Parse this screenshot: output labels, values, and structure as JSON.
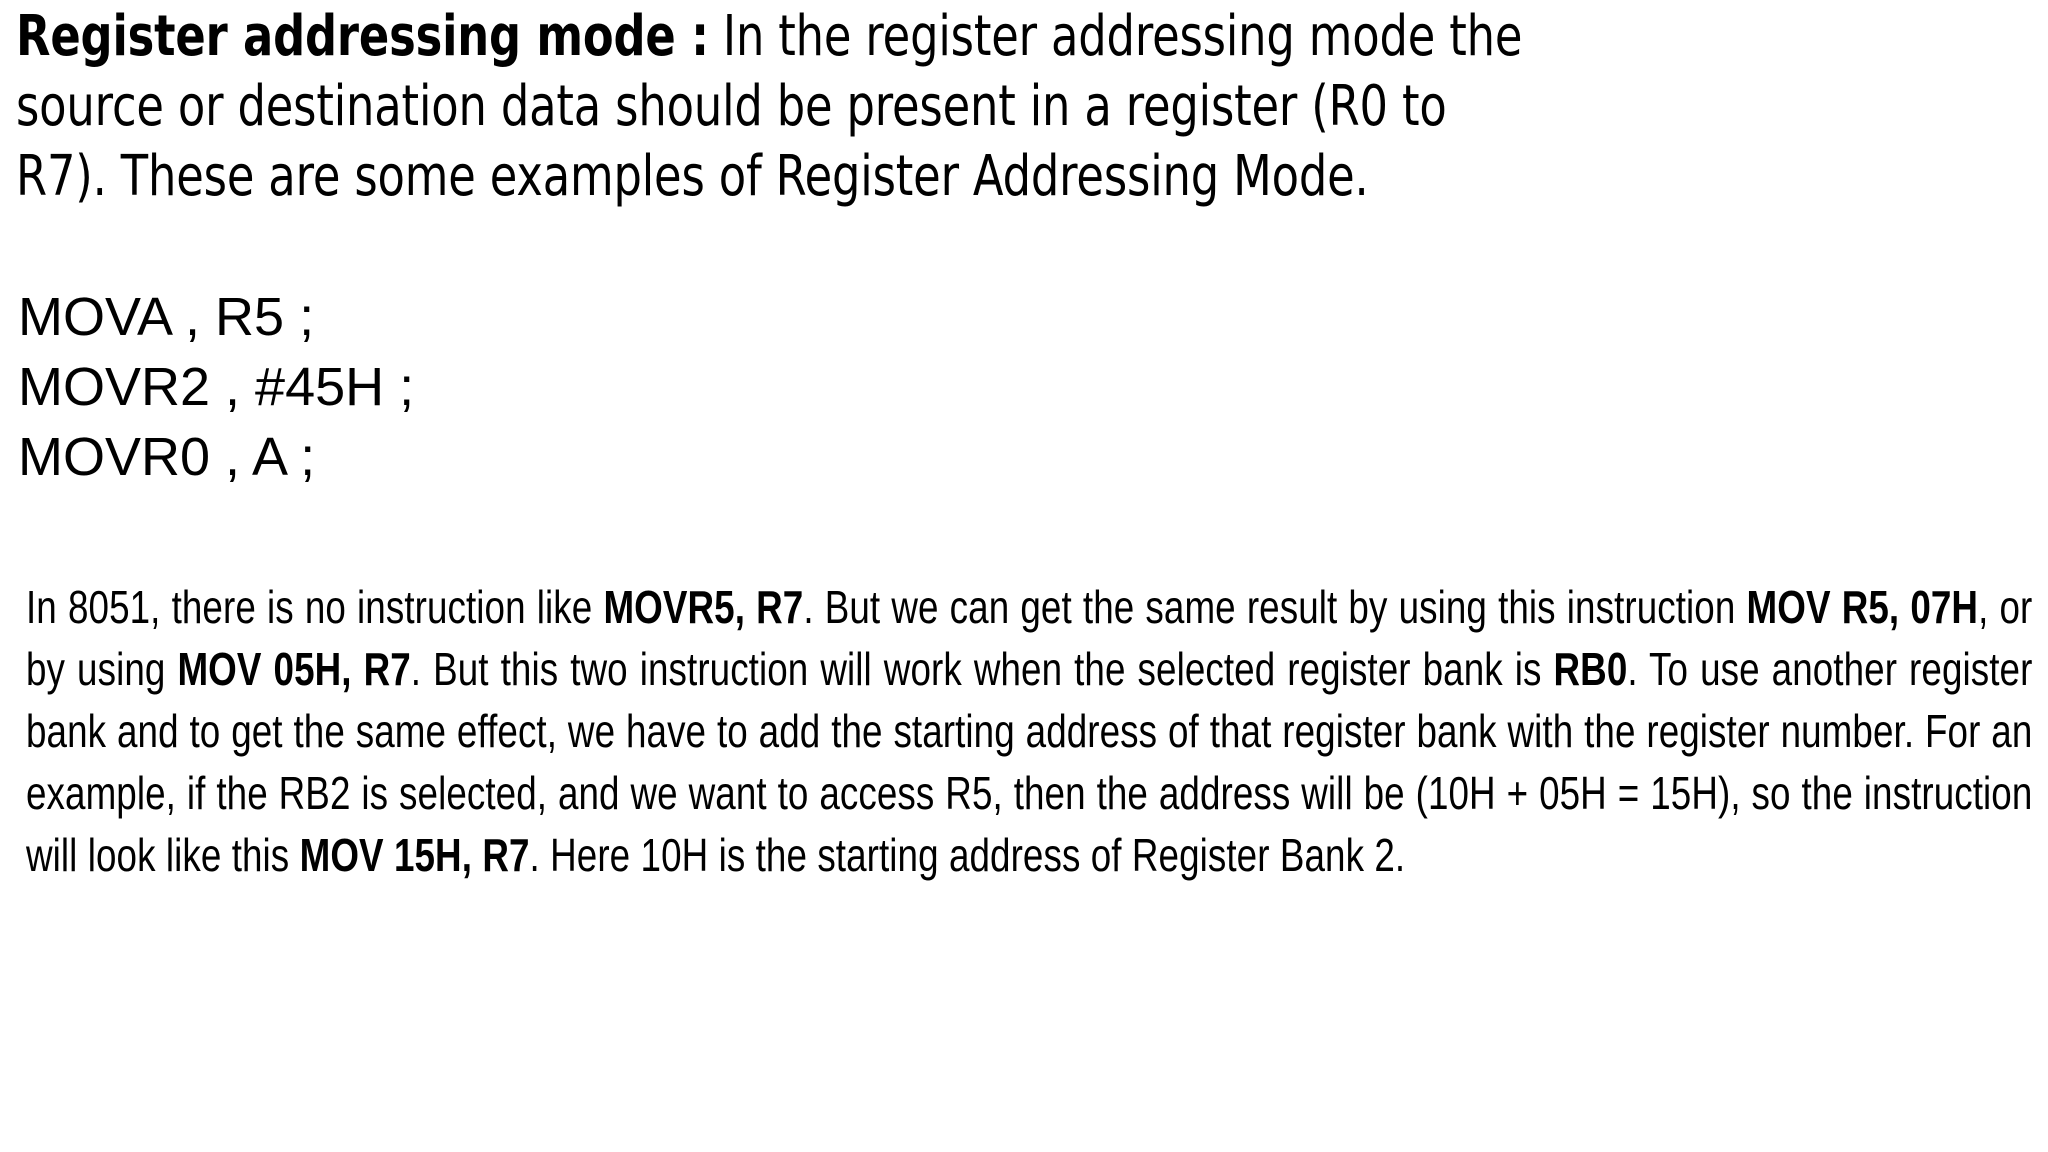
{
  "slide": {
    "background_color": "#ffffff",
    "text_color": "#000000",
    "heading": {
      "label_bold": "Register addressing mode :",
      "lines": [
        {
          "bold": "Register addressing mode :",
          "rest": " In the register addressing mode the"
        },
        {
          "bold": "",
          "rest": "source or destination data should be present in a register (R0 to"
        },
        {
          "bold": "",
          "rest": "R7). These are some examples of Register Addressing Mode."
        }
      ],
      "full_text": "Register addressing mode : In the register addressing mode the source or destination data should be present in a register (R0 to R7). These are some examples of Register Addressing Mode."
    },
    "code_lines": [
      "MOVA , R5 ;",
      "MOVR2 , #45H ;",
      "MOVR0 , A ;"
    ],
    "paragraph": {
      "segments": [
        {
          "text": "In 8051, there is no instruction like ",
          "bold": false
        },
        {
          "text": "MOVR5, R7",
          "bold": true
        },
        {
          "text": ". But we can get the same result by using this instruction ",
          "bold": false
        },
        {
          "text": "MOV R5, 07H",
          "bold": true
        },
        {
          "text": ", or by using ",
          "bold": false
        },
        {
          "text": "MOV 05H, R7",
          "bold": true
        },
        {
          "text": ". But this two instruction will work when the selected register bank is ",
          "bold": false
        },
        {
          "text": "RB0",
          "bold": true
        },
        {
          "text": ". To use another register bank and to get the same effect, we have to add the starting address of that register bank with the register number. For an example, if the RB2 is selected, and we want to access R5, then the address will be (10H + 05H = 15H), so the instruction will look like this ",
          "bold": false
        },
        {
          "text": "MOV 15H, R7",
          "bold": true
        },
        {
          "text": ". Here 10H is the starting address of Register Bank 2.",
          "bold": false
        }
      ],
      "full_text": "In 8051, there is no instruction like MOVR5, R7. But we can get the same result by using this instruction MOV R5, 07H, or by using MOV 05H, R7. But this two instruction will work when the selected register bank is RB0. To use another register bank and to get the same effect, we have to add the starting address of that register bank with the register number. For an example, if the RB2 is selected, and we want to access R5, then the address will be (10H + 05H = 15H), so the instruction will look like this MOV 15H, R7. Here 10H is the starting address of Register Bank 2."
    }
  }
}
